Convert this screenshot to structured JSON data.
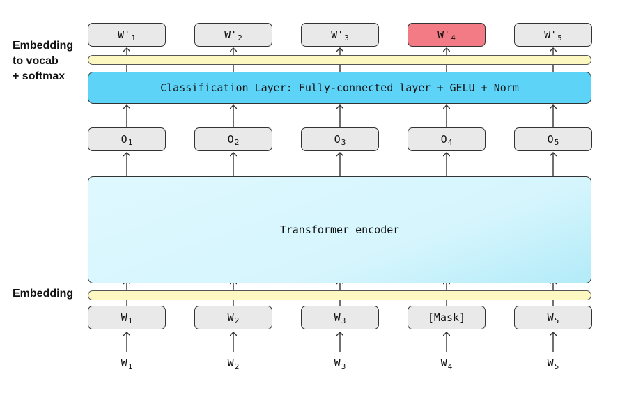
{
  "side_labels": {
    "top": [
      "Embedding",
      "to vocab",
      "+ softmax"
    ],
    "bottom": "Embedding"
  },
  "classification_layer": "Classification Layer: Fully-connected layer + GELU + Norm",
  "encoder": "Transformer encoder",
  "output_predictions": [
    {
      "base": "W'",
      "sub": "1",
      "highlight": false
    },
    {
      "base": "W'",
      "sub": "2",
      "highlight": false
    },
    {
      "base": "W'",
      "sub": "3",
      "highlight": false
    },
    {
      "base": "W'",
      "sub": "4",
      "highlight": true
    },
    {
      "base": "W'",
      "sub": "5",
      "highlight": false
    }
  ],
  "encoder_outputs": [
    {
      "base": "O",
      "sub": "1"
    },
    {
      "base": "O",
      "sub": "2"
    },
    {
      "base": "O",
      "sub": "3"
    },
    {
      "base": "O",
      "sub": "4"
    },
    {
      "base": "O",
      "sub": "5"
    }
  ],
  "masked_inputs": [
    {
      "base": "W",
      "sub": "1"
    },
    {
      "base": "W",
      "sub": "2"
    },
    {
      "base": "W",
      "sub": "3"
    },
    {
      "base": "[Mask]",
      "sub": ""
    },
    {
      "base": "W",
      "sub": "5"
    }
  ],
  "raw_inputs": [
    {
      "base": "W",
      "sub": "1"
    },
    {
      "base": "W",
      "sub": "2"
    },
    {
      "base": "W",
      "sub": "3"
    },
    {
      "base": "W",
      "sub": "4"
    },
    {
      "base": "W",
      "sub": "5"
    }
  ],
  "colors": {
    "highlight": "#f37b86",
    "classification_layer": "#5dd3f7",
    "encoder": "#d5f5fd",
    "embedding_bar": "#fdf7c2",
    "token_box": "#e9e9e9"
  }
}
